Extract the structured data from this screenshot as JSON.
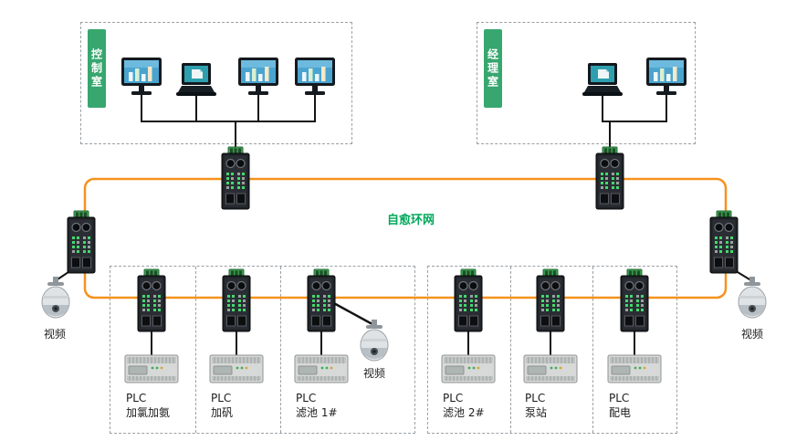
{
  "diagram": {
    "title_hint": "industrial self-healing ring network topology",
    "ring_label": "自愈环网",
    "rooms": {
      "control": "控制室",
      "manager": "经理室"
    },
    "cameras": {
      "left": "视频",
      "middle": "视频",
      "right": "视频"
    },
    "plcs": [
      {
        "type": "PLC",
        "name": "加氯加氨"
      },
      {
        "type": "PLC",
        "name": "加矾"
      },
      {
        "type": "PLC",
        "name": "滤池 1#"
      },
      {
        "type": "PLC",
        "name": "滤池 2#"
      },
      {
        "type": "PLC",
        "name": "泵站"
      },
      {
        "type": "PLC",
        "name": "配电"
      }
    ],
    "colors": {
      "ring": "#F5921E",
      "ring_label_color": "#00A85A",
      "room_tab": "#37A66F"
    }
  }
}
